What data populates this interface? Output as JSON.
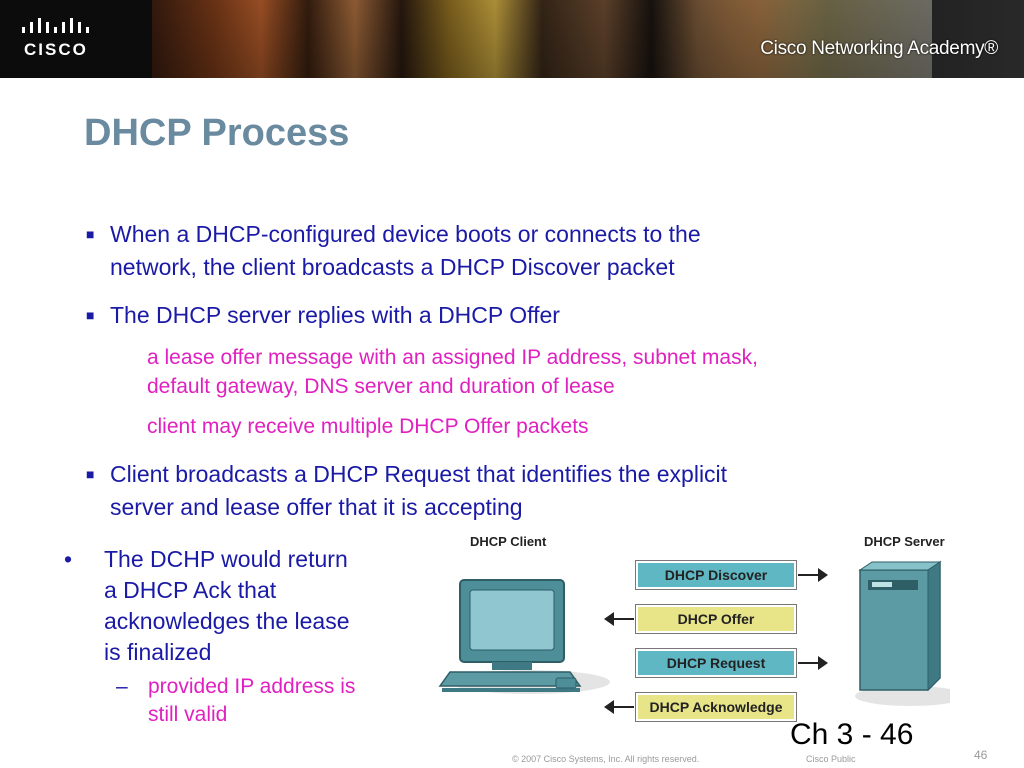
{
  "header": {
    "logo_text": "CISCO",
    "academy_text": "Cisco Networking Academy®"
  },
  "slide": {
    "title": "DHCP Process",
    "bullets": [
      {
        "lines": [
          "When a DHCP-configured device boots or connects to the",
          "network, the client broadcasts a DHCP Discover packet"
        ]
      },
      {
        "lines": [
          "The DHCP server replies with a DHCP Offer"
        ]
      },
      {
        "lines": [
          "Client broadcasts a DHCP Request that identifies the explicit",
          "server and lease offer that it is accepting"
        ]
      }
    ],
    "sub_items": [
      {
        "lines": [
          "a lease offer message with an assigned IP address, subnet mask,",
          "default gateway, DNS server and duration of lease"
        ]
      },
      {
        "lines": [
          "client may receive multiple DHCP Offer packets"
        ]
      }
    ],
    "left_bullet": {
      "lines": [
        "The DCHP would return",
        "a DHCP Ack that",
        "acknowledges the lease",
        "is finalized"
      ],
      "sub": [
        "provided IP address is",
        "still valid"
      ]
    }
  },
  "diagram": {
    "client_label": "DHCP Client",
    "server_label": "DHCP Server",
    "messages": [
      {
        "label": "DHCP Discover",
        "direction": "to-server",
        "color": "#5fb7c4"
      },
      {
        "label": "DHCP Offer",
        "direction": "to-client",
        "color": "#e8e488"
      },
      {
        "label": "DHCP Request",
        "direction": "to-server",
        "color": "#5fb7c4"
      },
      {
        "label": "DHCP Acknowledge",
        "direction": "to-client",
        "color": "#e8e488"
      }
    ]
  },
  "footer": {
    "chapter": "Ch 3 - 46",
    "copyright": "© 2007 Cisco Systems, Inc. All rights reserved.",
    "classification": "Cisco Public",
    "page_number": "46"
  },
  "icons": [
    "cisco-logo-icon",
    "computer-icon",
    "server-icon",
    "arrow-right-icon",
    "arrow-left-icon"
  ]
}
